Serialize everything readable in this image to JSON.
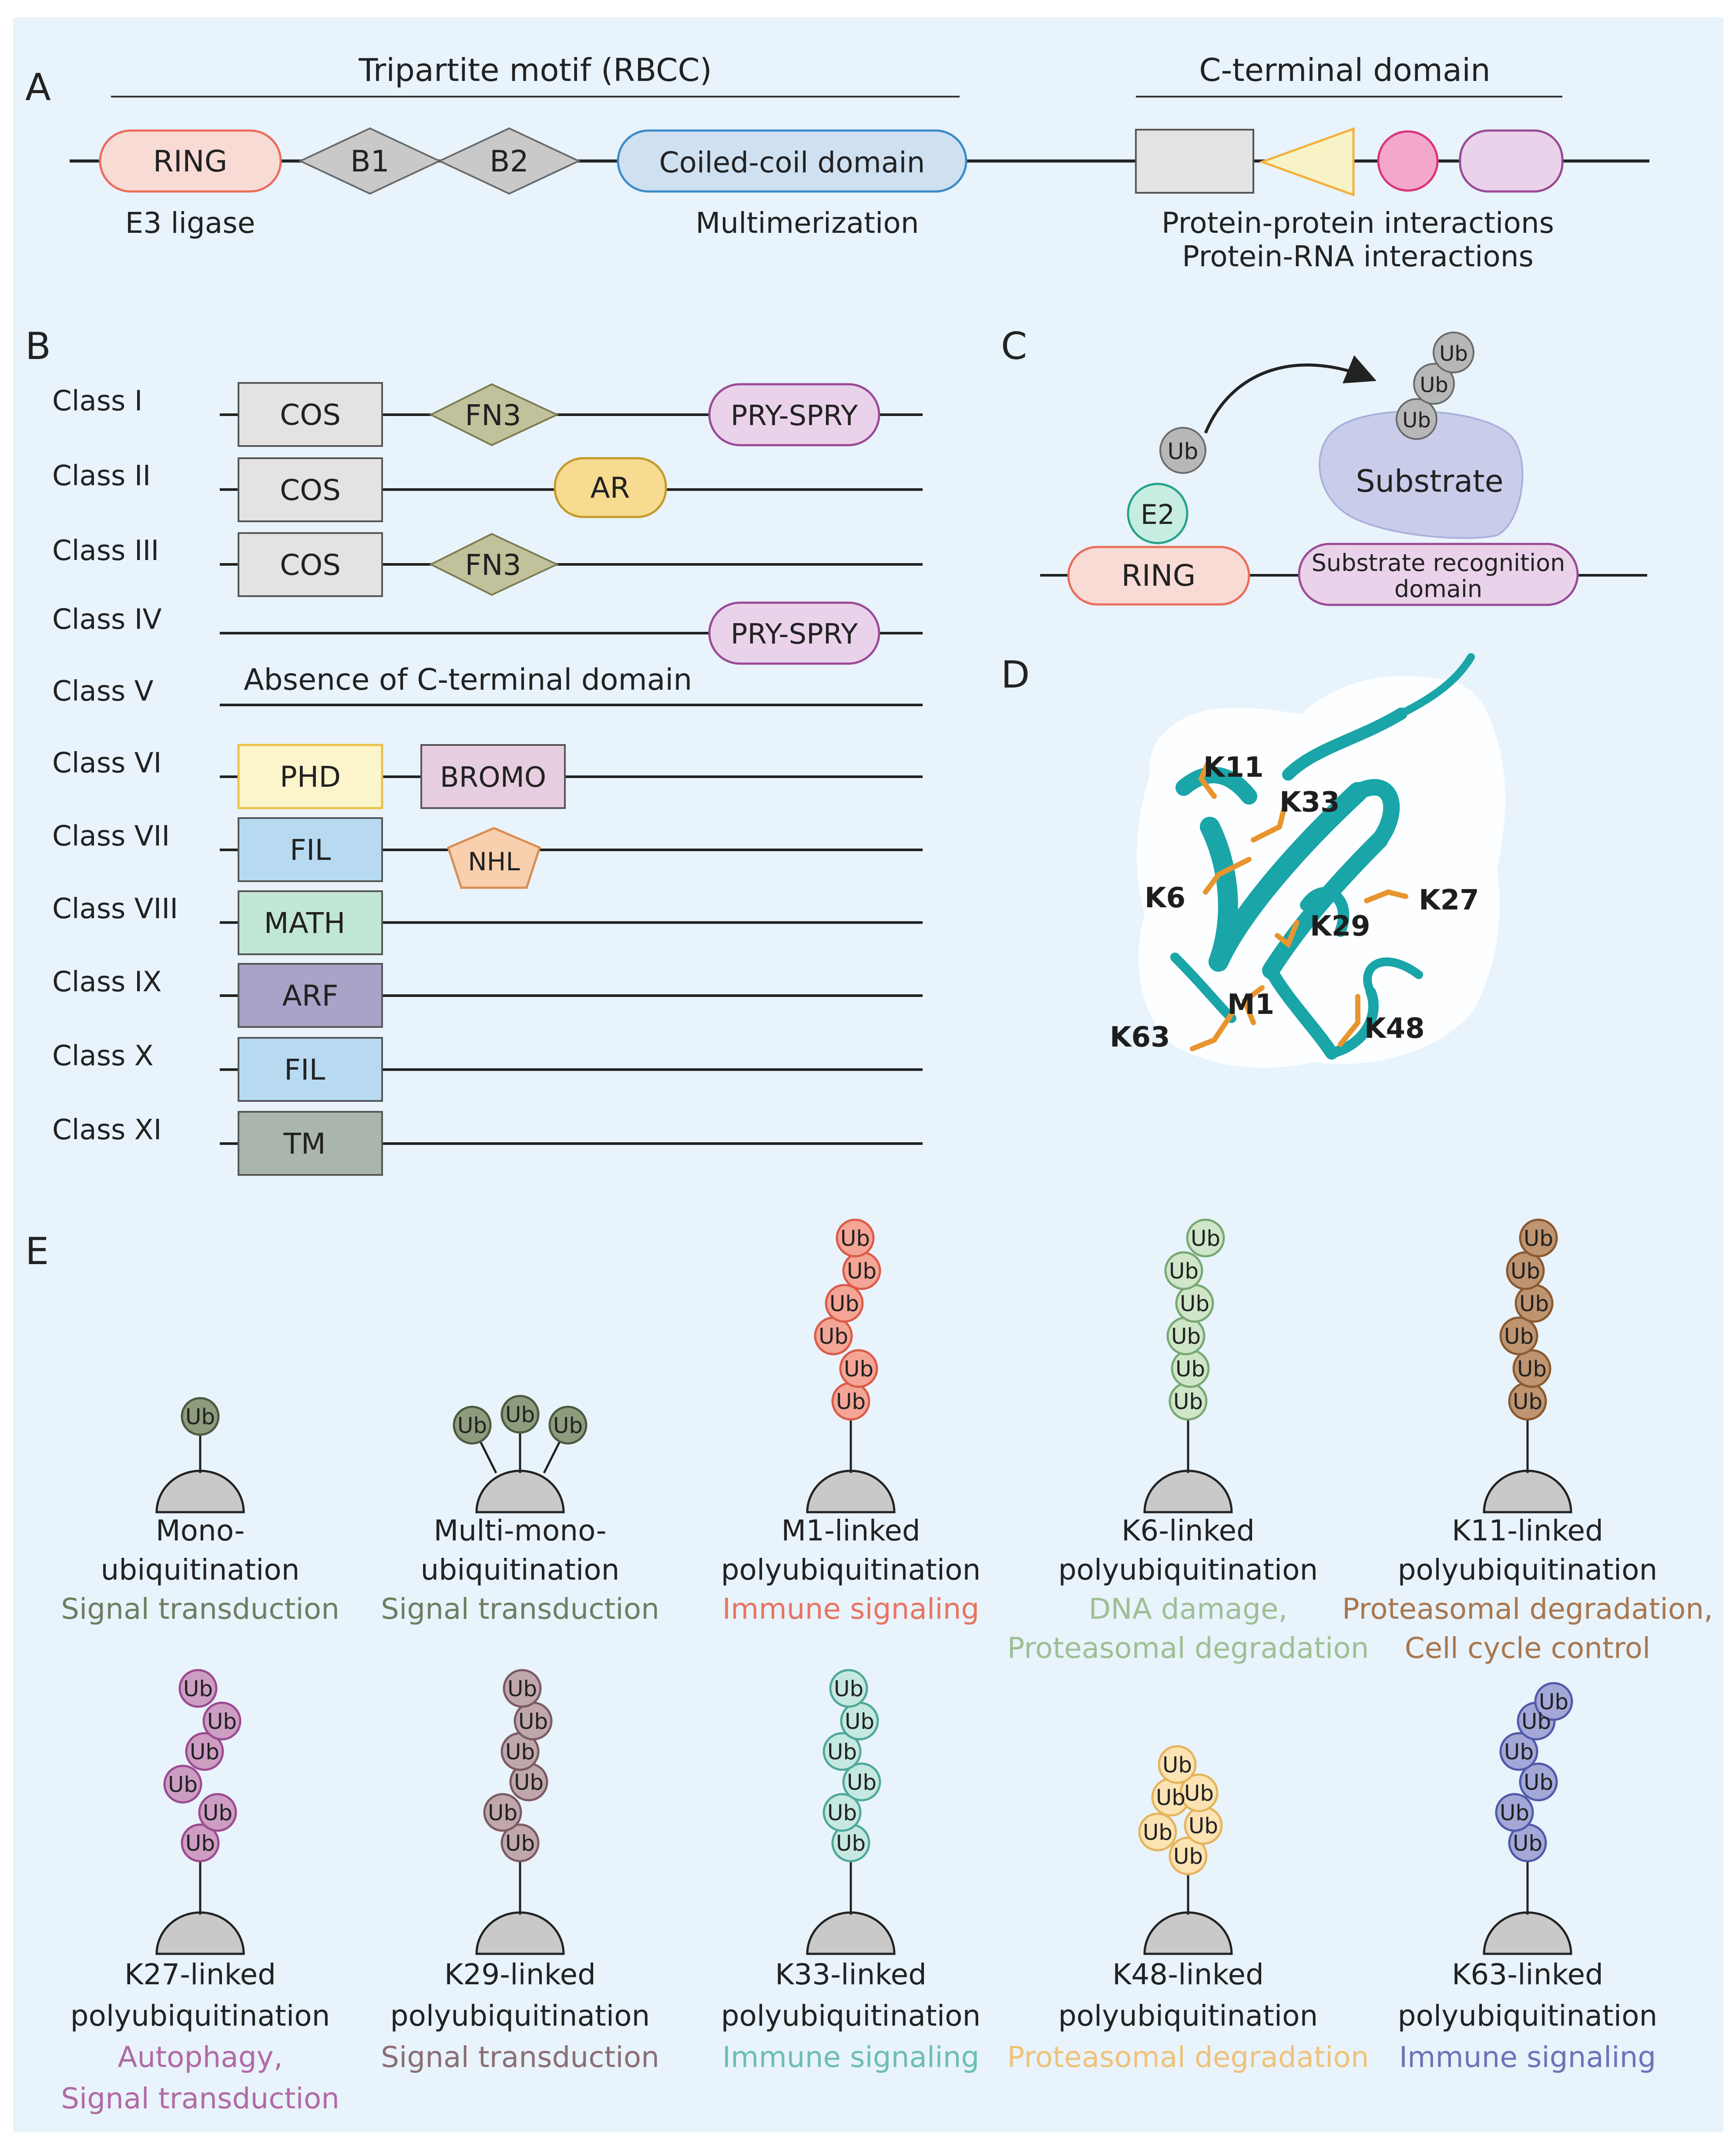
{
  "colors": {
    "panel_bg": "#e8f3fb",
    "ring_fill": "#f9dbd6",
    "ring_stroke": "#ea6d5c",
    "bbox_fill": "#c9c9c9",
    "coil_fill": "#cfe0f1",
    "coil_stroke": "#3b8bc8",
    "grey_box_fill": "#e3e3e3",
    "triangle_fill": "#f8f3c6",
    "triangle_stroke": "#f4b13b",
    "pink_fill": "#f4a8c9",
    "pink_stroke": "#d9347b",
    "lilac_fill": "#ead3ea",
    "lilac_stroke": "#9a4a97",
    "fn3_fill": "#c1c19c",
    "ar_fill": "#f6db91",
    "ar_stroke": "#c49a2b",
    "phd_fill": "#fcf5cc",
    "phd_stroke": "#e9c24c",
    "bromo_fill": "#e7cde0",
    "fil_fill": "#b7daf1",
    "nhl_fill": "#f8d0ad",
    "nhl_stroke": "#d98d53",
    "math_fill": "#c2e6d4",
    "arf_fill": "#a9a3c8",
    "tm_fill": "#aab6ab",
    "e2_fill": "#c7ece1",
    "e2_stroke": "#27a38a",
    "substrate_fill": "#c9cdea",
    "protein_teal": "#1aa5a8",
    "lysine_orange": "#e8952f",
    "mono_ub": "#8e9c7e",
    "mono_ub_stroke": "#4c5a41",
    "m1_ub": "#f4a595",
    "m1_ub_stroke": "#dc5a48",
    "k6_ub": "#cfe6c9",
    "k6_ub_stroke": "#78a872",
    "k11_ub": "#bf9470",
    "k11_ub_stroke": "#8a5930",
    "k27_ub": "#cd9dc4",
    "k27_ub_stroke": "#9b4b91",
    "k29_ub": "#c0a7ac",
    "k29_ub_stroke": "#7b5a62",
    "k33_ub": "#c5e8e1",
    "k33_ub_stroke": "#4ea898",
    "k48_ub": "#fbe3b3",
    "k48_ub_stroke": "#e7b35b",
    "k63_ub": "#a3a8d8",
    "k63_ub_stroke": "#505aa8",
    "text_signal": "#6f7d63",
    "text_m1": "#e87461",
    "text_k6": "#9fbf96",
    "text_k11": "#a8774f",
    "text_k27": "#b26aa6",
    "text_k29": "#8b6e74",
    "text_k33": "#6cbfb0",
    "text_k48": "#efc27a",
    "text_k63": "#6d73b8"
  },
  "panel_a": {
    "letter": "A",
    "tripartite_title": "Tripartite motif (RBCC)",
    "cterm_title": "C-terminal domain",
    "ring_label": "RING",
    "b1_label": "B1",
    "b2_label": "B2",
    "coil_label": "Coiled-coil domain",
    "ring_caption": "E3 ligase",
    "coil_caption": "Multimerization",
    "cterm_caption_1": "Protein-protein interactions",
    "cterm_caption_2": "Protein-RNA interactions"
  },
  "panel_b": {
    "letter": "B",
    "class_labels": [
      "Class I",
      "Class II",
      "Class III",
      "Class IV",
      "Class V",
      "Class VI",
      "Class VII",
      "Class VIII",
      "Class IX",
      "Class X",
      "Class XI"
    ],
    "cos": "COS",
    "fn3": "FN3",
    "prysp": "PRY-SPRY",
    "ar": "AR",
    "absence": "Absence of C-terminal domain",
    "phd": "PHD",
    "bromo": "BROMO",
    "fil": "FIL",
    "nhl": "NHL",
    "math": "MATH",
    "arf": "ARF",
    "tm": "TM"
  },
  "panel_c": {
    "letter": "C",
    "ub": "Ub",
    "e2": "E2",
    "ring": "RING",
    "substrate": "Substrate",
    "recognition_1": "Substrate recognition",
    "recognition_2": "domain"
  },
  "panel_d": {
    "letter": "D",
    "residues": [
      "K11",
      "K33",
      "K6",
      "K27",
      "K29",
      "M1",
      "K48",
      "K63"
    ]
  },
  "panel_e": {
    "letter": "E",
    "ub": "Ub",
    "items": [
      {
        "title_1": "Mono-",
        "title_2": "ubiquitination",
        "func_1": "Signal transduction",
        "func_2": ""
      },
      {
        "title_1": "Multi-mono-",
        "title_2": "ubiquitination",
        "func_1": "Signal transduction",
        "func_2": ""
      },
      {
        "title_1": "M1-linked",
        "title_2": "polyubiquitination",
        "func_1": "Immune signaling",
        "func_2": ""
      },
      {
        "title_1": "K6-linked",
        "title_2": "polyubiquitination",
        "func_1": "DNA damage,",
        "func_2": "Proteasomal degradation"
      },
      {
        "title_1": "K11-linked",
        "title_2": "polyubiquitination",
        "func_1": "Proteasomal degradation,",
        "func_2": "Cell cycle control"
      },
      {
        "title_1": "K27-linked",
        "title_2": "polyubiquitination",
        "func_1": "Autophagy,",
        "func_2": "Signal transduction"
      },
      {
        "title_1": "K29-linked",
        "title_2": "polyubiquitination",
        "func_1": "Signal transduction",
        "func_2": ""
      },
      {
        "title_1": "K33-linked",
        "title_2": "polyubiquitination",
        "func_1": "Immune signaling",
        "func_2": ""
      },
      {
        "title_1": "K48-linked",
        "title_2": "polyubiquitination",
        "func_1": "Proteasomal degradation",
        "func_2": ""
      },
      {
        "title_1": "K63-linked",
        "title_2": "polyubiquitination",
        "func_1": "Immune signaling",
        "func_2": ""
      }
    ]
  }
}
